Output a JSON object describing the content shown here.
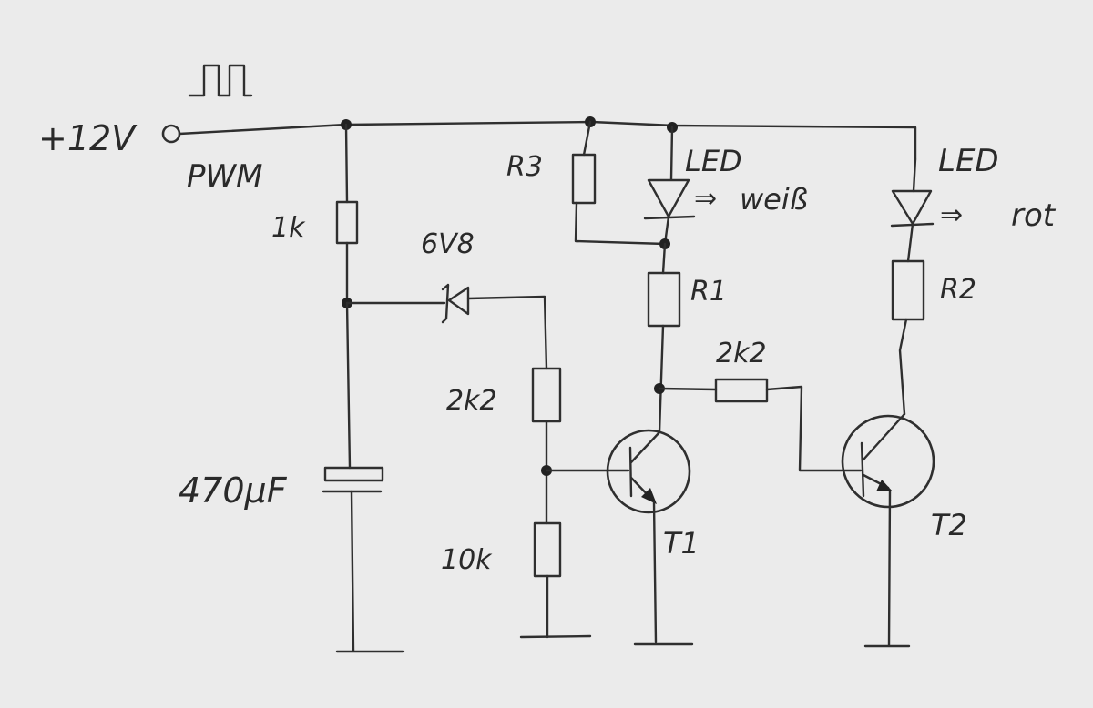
{
  "diagram": {
    "type": "hand-drawn circuit schematic",
    "supply": {
      "label": "+12V",
      "signal_label": "PWM"
    },
    "components": {
      "r_supply": "1k",
      "zener": "6V8",
      "capacitor": "470µF",
      "r_divider_top": "2k2",
      "r_divider_bottom": "10k",
      "r3": "R3",
      "r1": "R1",
      "r2": "R2",
      "r_base": "2k2",
      "t1": "T1",
      "t2": "T2"
    },
    "leds": [
      {
        "label": "LED",
        "arrow": "⇒",
        "color_text": "weiß"
      },
      {
        "label": "LED",
        "arrow": "⇒",
        "color_text": "rot"
      }
    ]
  }
}
